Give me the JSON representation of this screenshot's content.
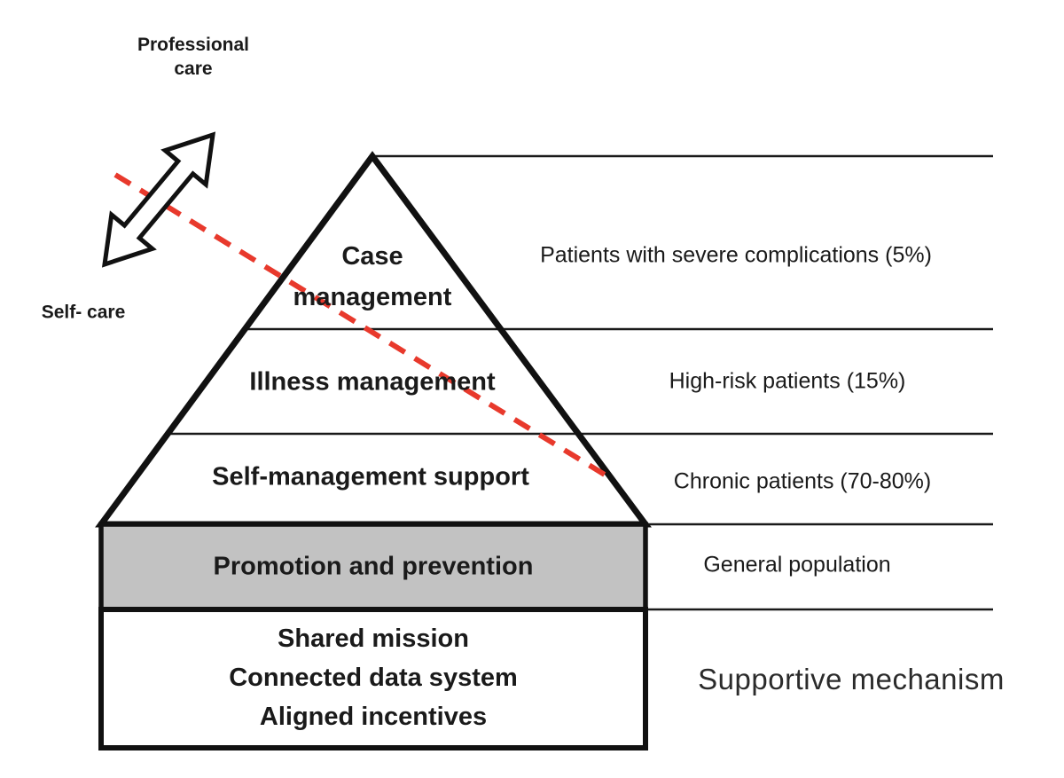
{
  "figure": {
    "care_axis": {
      "top_label_line1": "Professional",
      "top_label_line2": "care",
      "bottom_label": "Self- care"
    },
    "pyramid": {
      "tiers": [
        {
          "label": "Case management",
          "population": "Patients with severe complications (5%)"
        },
        {
          "label": "Illness management",
          "population": "High-risk patients (15%)"
        },
        {
          "label": "Self-management support",
          "population": "Chronic patients (70-80%)"
        },
        {
          "label": "Promotion and prevention",
          "population": "General population"
        }
      ],
      "foundation": {
        "lines": [
          "Shared mission",
          "Connected data system",
          "Aligned incentives"
        ],
        "population": "Supportive mechanism"
      }
    },
    "colors": {
      "outline": "#111111",
      "tier_line": "#1a1a1a",
      "promotion_fill": "#c2c2c2",
      "box_fill": "#ffffff",
      "dashed_line": "#e8392c",
      "text": "#1a1a1a"
    }
  }
}
